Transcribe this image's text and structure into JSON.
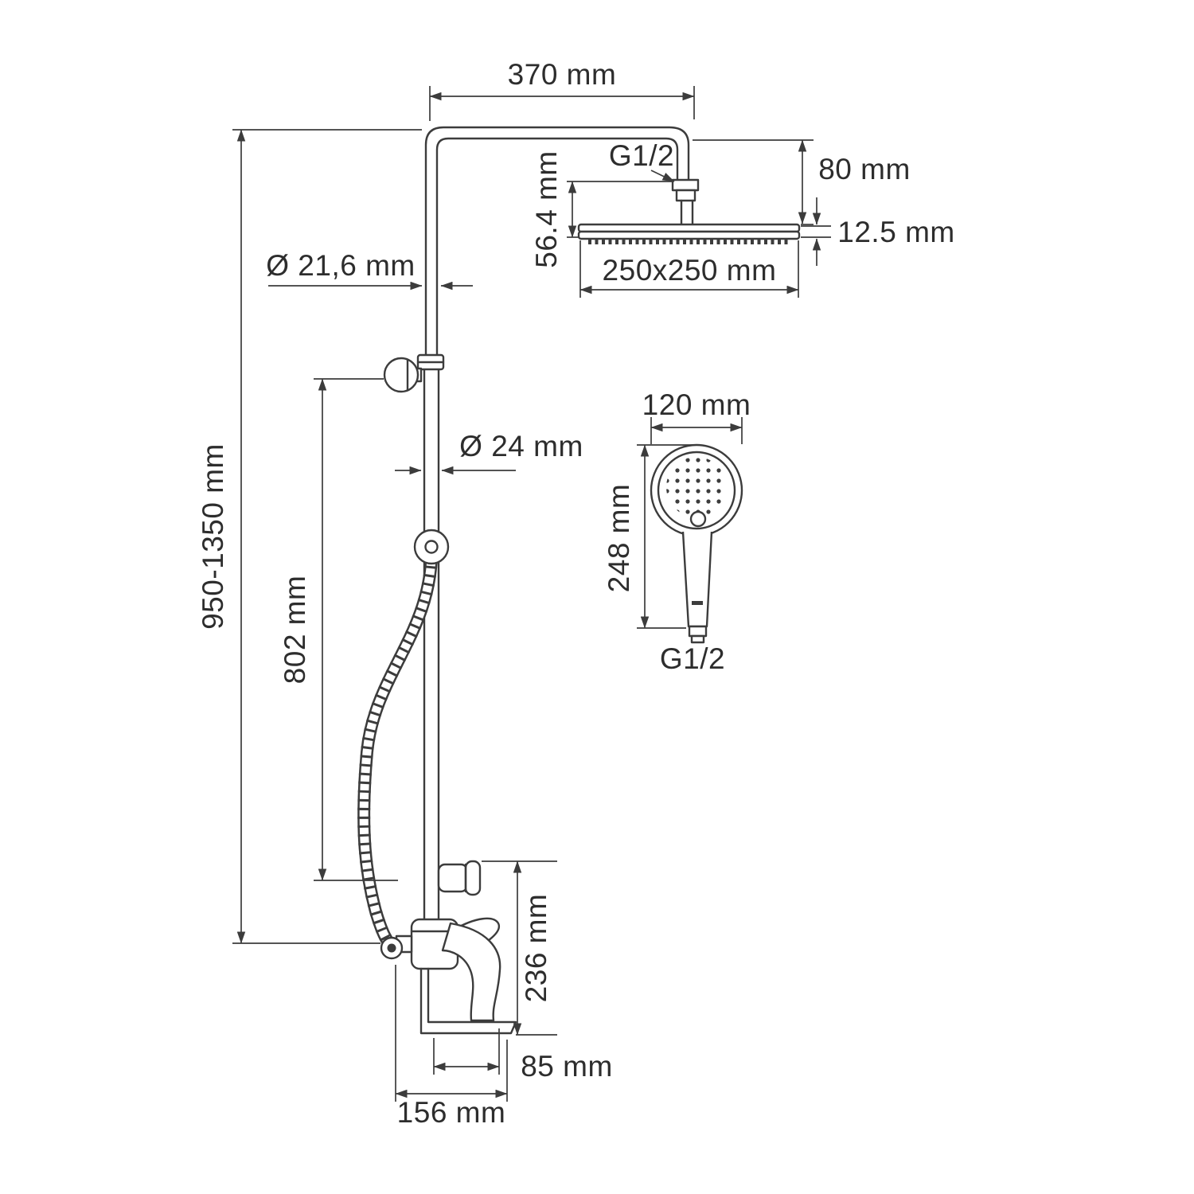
{
  "page": {
    "background": "#ffffff",
    "line_color": "#3c3c3c",
    "text_color": "#2d2d2d"
  },
  "dimensions": {
    "arm_length": "370 mm",
    "arm_connector_thread": "G1/2",
    "head_offset_height": "80 mm",
    "head_thickness": "12.5 mm",
    "head_assembly_drop": "56.4 mm",
    "head_size": "250x250 mm",
    "upper_pipe_diameter": "Ø 21,6 mm",
    "lower_pipe_diameter": "Ø 24 mm",
    "column_height_range": "950-1350 mm",
    "slide_bar_height": "802 mm",
    "hand_shower_diameter": "120 mm",
    "hand_shower_length": "248 mm",
    "hand_shower_thread": "G1/2",
    "spout_height": "236 mm",
    "spout_reach": "85 mm",
    "base_width": "156 mm"
  }
}
